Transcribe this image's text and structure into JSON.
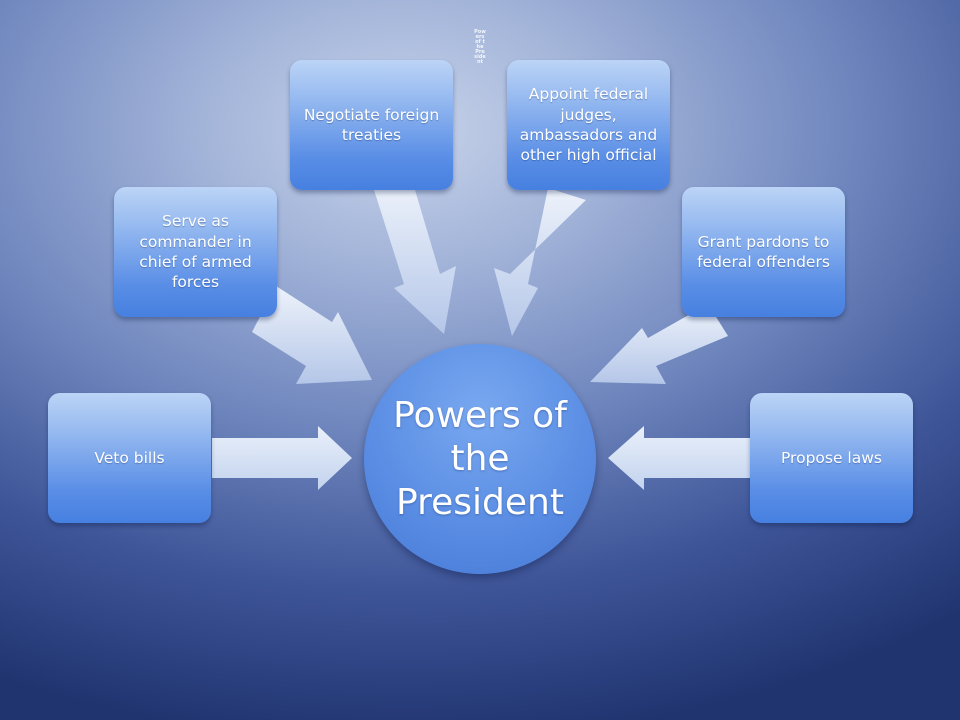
{
  "slide": {
    "hidden_title": "Powers of the President"
  },
  "center": {
    "label": "Powers of the President"
  },
  "powers": [
    {
      "label": "Veto bills"
    },
    {
      "label": "Serve as commander in chief of armed forces"
    },
    {
      "label": "Negotiate foreign treaties"
    },
    {
      "label": "Appoint federal judges, ambassadors and other high official"
    },
    {
      "label": "Grant pardons to federal offenders"
    },
    {
      "label": "Propose laws"
    }
  ],
  "colors": {
    "box_light": "#bcd4f6",
    "box_dark": "#4680e0",
    "circle": "#5b8ee4",
    "arrow_light": "#e6edf8",
    "arrow_dark": "#a9bde3",
    "bg_light": "#c7d3ea",
    "bg_dark": "#203470"
  }
}
